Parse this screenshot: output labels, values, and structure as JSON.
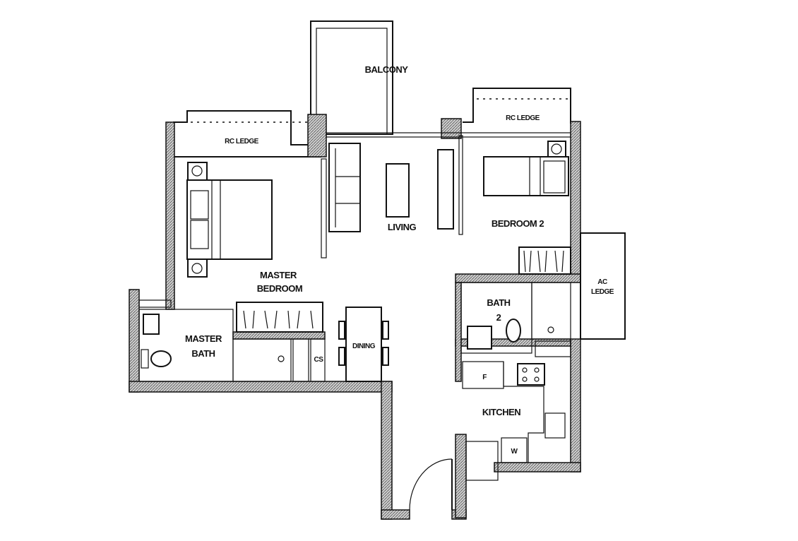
{
  "plan": {
    "rooms": {
      "balcony": "BALCONY",
      "rc_ledge_left": "RC LEDGE",
      "rc_ledge_right": "RC LEDGE",
      "living": "LIVING",
      "bedroom2": "BEDROOM 2",
      "master_bedroom_line1": "MASTER",
      "master_bedroom_line2": "BEDROOM",
      "master_bath_line1": "MASTER",
      "master_bath_line2": "BATH",
      "dining": "DINING",
      "bath2_line1": "BATH",
      "bath2_line2": "2",
      "ac_ledge_line1": "AC",
      "ac_ledge_line2": "LEDGE",
      "kitchen": "KITCHEN"
    },
    "fixtures": {
      "fridge": "F",
      "washer": "W",
      "store": "CS"
    }
  }
}
